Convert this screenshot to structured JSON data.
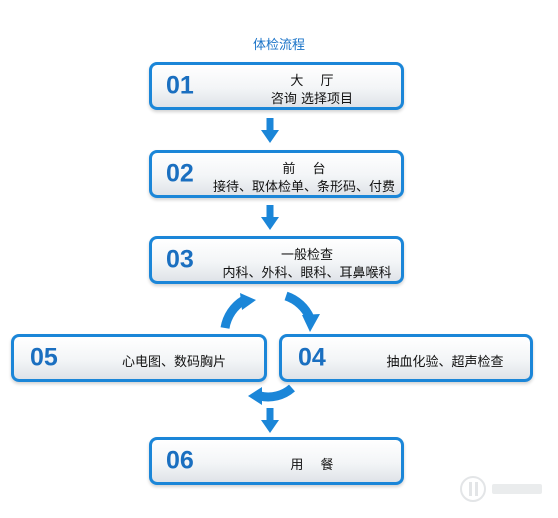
{
  "title": "体检流程",
  "steps": {
    "s01": {
      "num": "01",
      "line1": "大　 厅",
      "line2": "咨询 选择项目"
    },
    "s02": {
      "num": "02",
      "line1": "前　 台",
      "line2": "接待、取体检单、条形码、付费"
    },
    "s03": {
      "num": "03",
      "line1": "一般检查",
      "line2": "内科、外科、眼科、耳鼻喉科"
    },
    "s04": {
      "num": "04",
      "label": "抽血化验、超声检查"
    },
    "s05": {
      "num": "05",
      "label": "心电图、数码胸片"
    },
    "s06": {
      "num": "06",
      "label": "用　 餐"
    }
  },
  "colors": {
    "border": "#1b86d8",
    "number": "#1a6fc0",
    "arrow": "#1b86d8"
  }
}
